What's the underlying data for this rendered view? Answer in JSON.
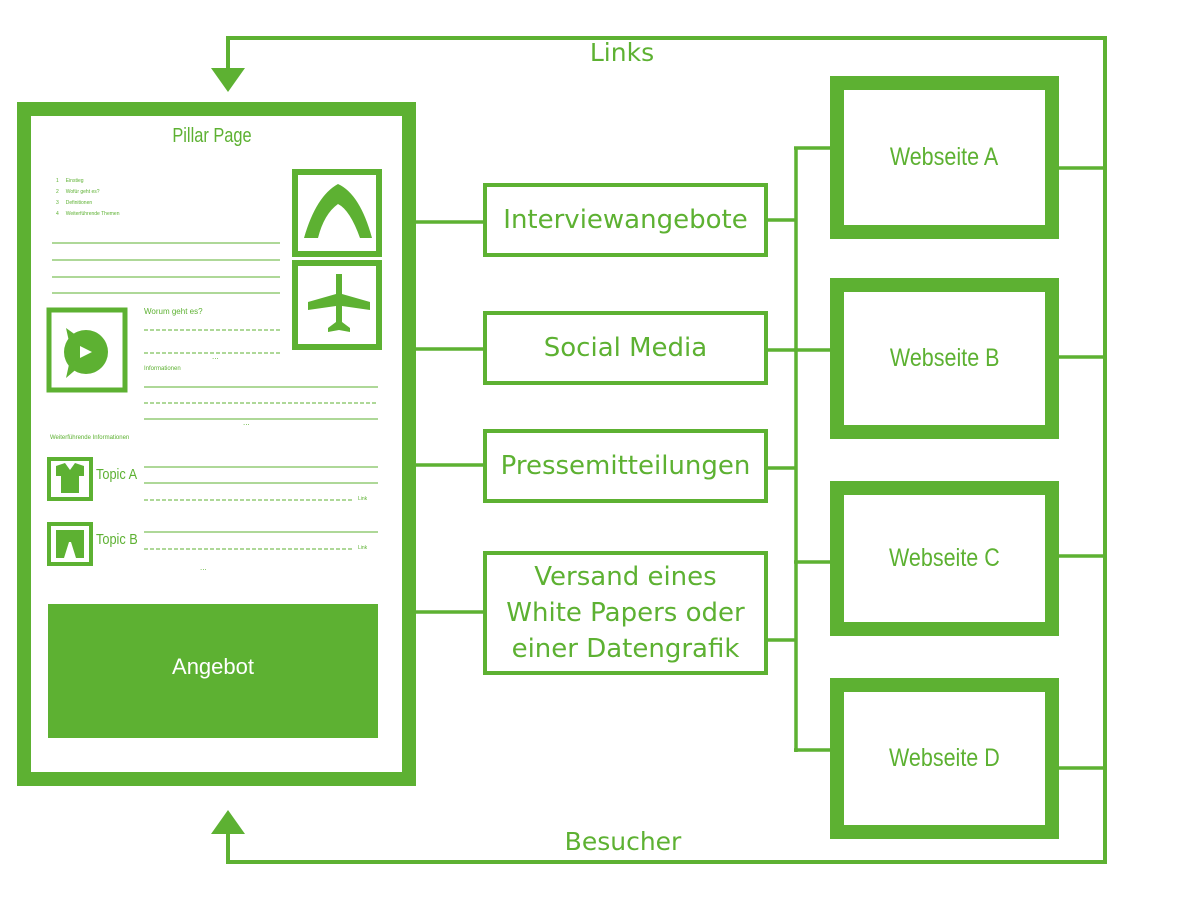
{
  "colors": {
    "accent": "#5db132",
    "background": "#ffffff"
  },
  "arrows": {
    "top_label": "Links",
    "bottom_label": "Besucher"
  },
  "pillar": {
    "title": "Pillar Page",
    "toc_items": [
      "Einstieg",
      "Wofür geht es?",
      "Definitionen",
      "Weiterführende Themen"
    ],
    "section_heading_1": "Worum geht es?",
    "section_heading_2": "Informationen",
    "section_heading_3": "Weiterführende Informationen",
    "ellipsis": "...",
    "topic_a": "Topic A",
    "topic_b": "Topic B",
    "link_label": "Link",
    "offer": "Angebot",
    "icons": [
      "mountain-icon",
      "airplane-icon",
      "chat-bubble-icon",
      "shirt-icon",
      "trousers-icon"
    ]
  },
  "channels": [
    {
      "label": "Interviewangebote"
    },
    {
      "label": "Social Media"
    },
    {
      "label": "Pressemitteilungen"
    },
    {
      "label": "Versand eines White Papers oder einer Datengrafik"
    }
  ],
  "websites": [
    {
      "label": "Webseite A"
    },
    {
      "label": "Webseite B"
    },
    {
      "label": "Webseite C"
    },
    {
      "label": "Webseite D"
    }
  ]
}
